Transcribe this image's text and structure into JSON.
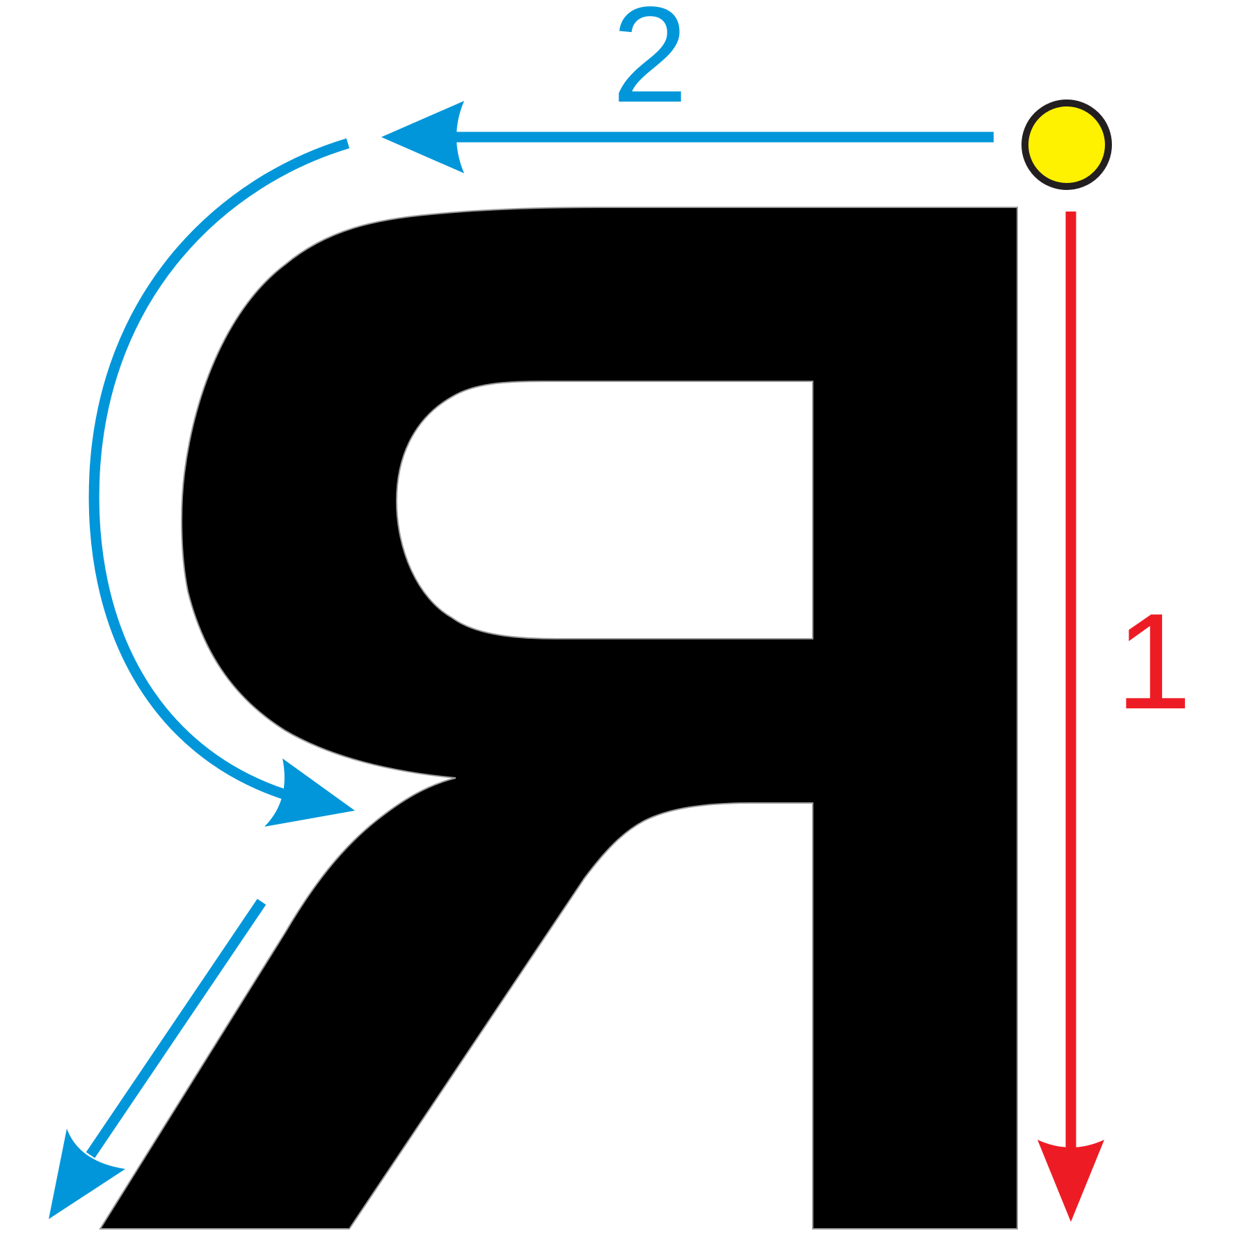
{
  "diagram": {
    "letter": "Я",
    "strokes": [
      {
        "order": "1",
        "color": "#ED1C24"
      },
      {
        "order": "2",
        "color": "#0096D9"
      }
    ],
    "start_marker_color": "#FFF200",
    "letter_color": "#000000"
  }
}
